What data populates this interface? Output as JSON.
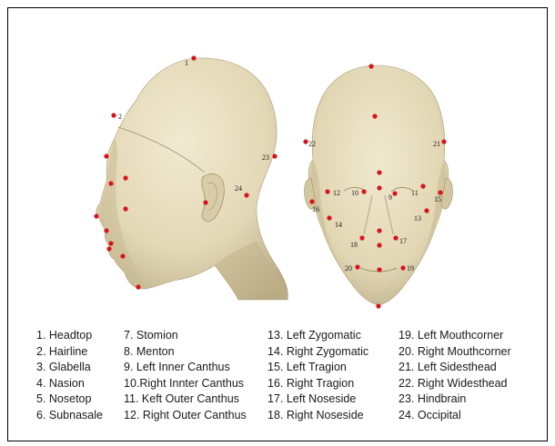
{
  "landmarks": [
    {
      "number": 1,
      "name": "Headtop"
    },
    {
      "number": 2,
      "name": "Hairline"
    },
    {
      "number": 3,
      "name": "Glabella"
    },
    {
      "number": 4,
      "name": "Nasion"
    },
    {
      "number": 5,
      "name": "Nosetop"
    },
    {
      "number": 6,
      "name": "Subnasale"
    },
    {
      "number": 7,
      "name": "Stomion"
    },
    {
      "number": 8,
      "name": "Menton"
    },
    {
      "number": 9,
      "name": "Left Inner Canthus"
    },
    {
      "number": 10,
      "name": "Right Innter Canthus"
    },
    {
      "number": 11,
      "name": "Keft Outer Canthus"
    },
    {
      "number": 12,
      "name": "Right Outer Canthus"
    },
    {
      "number": 13,
      "name": "Left Zygomatic"
    },
    {
      "number": 14,
      "name": "Right Zygomatic"
    },
    {
      "number": 15,
      "name": "Left Tragion"
    },
    {
      "number": 16,
      "name": "Right Tragion"
    },
    {
      "number": 17,
      "name": "Left Noseside"
    },
    {
      "number": 18,
      "name": "Right Noseside"
    },
    {
      "number": 19,
      "name": "Left Mouthcorner"
    },
    {
      "number": 20,
      "name": "Right Mouthcorner"
    },
    {
      "number": 21,
      "name": "Left Sidesthead"
    },
    {
      "number": 22,
      "name": "Right Widesthead"
    },
    {
      "number": 23,
      "name": "Hindbrain"
    },
    {
      "number": 24,
      "name": "Occipital"
    }
  ],
  "legend": {
    "col1": [
      "1. Headtop",
      "2. Hairline",
      "3. Glabella",
      "4. Nasion",
      "5. Nosetop",
      "6. Subnasale"
    ],
    "col2": [
      "7. Stomion",
      "8. Menton",
      "9. Left Inner Canthus",
      "10.Right Innter Canthus",
      "11. Keft Outer Canthus",
      "12. Right Outer Canthus"
    ],
    "col3": [
      "13. Left Zygomatic",
      "14. Right Zygomatic",
      "15. Left Tragion",
      "16. Right Tragion",
      "17. Left Noseside",
      "18. Right Noseside"
    ],
    "col4": [
      "19. Left Mouthcorner",
      "20. Right Mouthcorner",
      "21. Left Sidesthead",
      "22. Right Widesthead",
      "23. Hindbrain",
      "24. Occipital"
    ]
  },
  "side_labels": {
    "l1": "1",
    "l2": "2",
    "l23": "23",
    "l24": "24"
  },
  "front_labels": {
    "l22": "22",
    "l21": "21",
    "l12": "12",
    "l10": "10",
    "l9": "9",
    "l11": "11",
    "l15": "15",
    "l16": "16",
    "l13": "13",
    "l14": "14",
    "l18": "18",
    "l17": "17",
    "l20": "20",
    "l19": "19"
  },
  "colors": {
    "skin": "#e6ddbf",
    "skin_shadow": "#b8ab84",
    "marker": "#d8131f"
  }
}
